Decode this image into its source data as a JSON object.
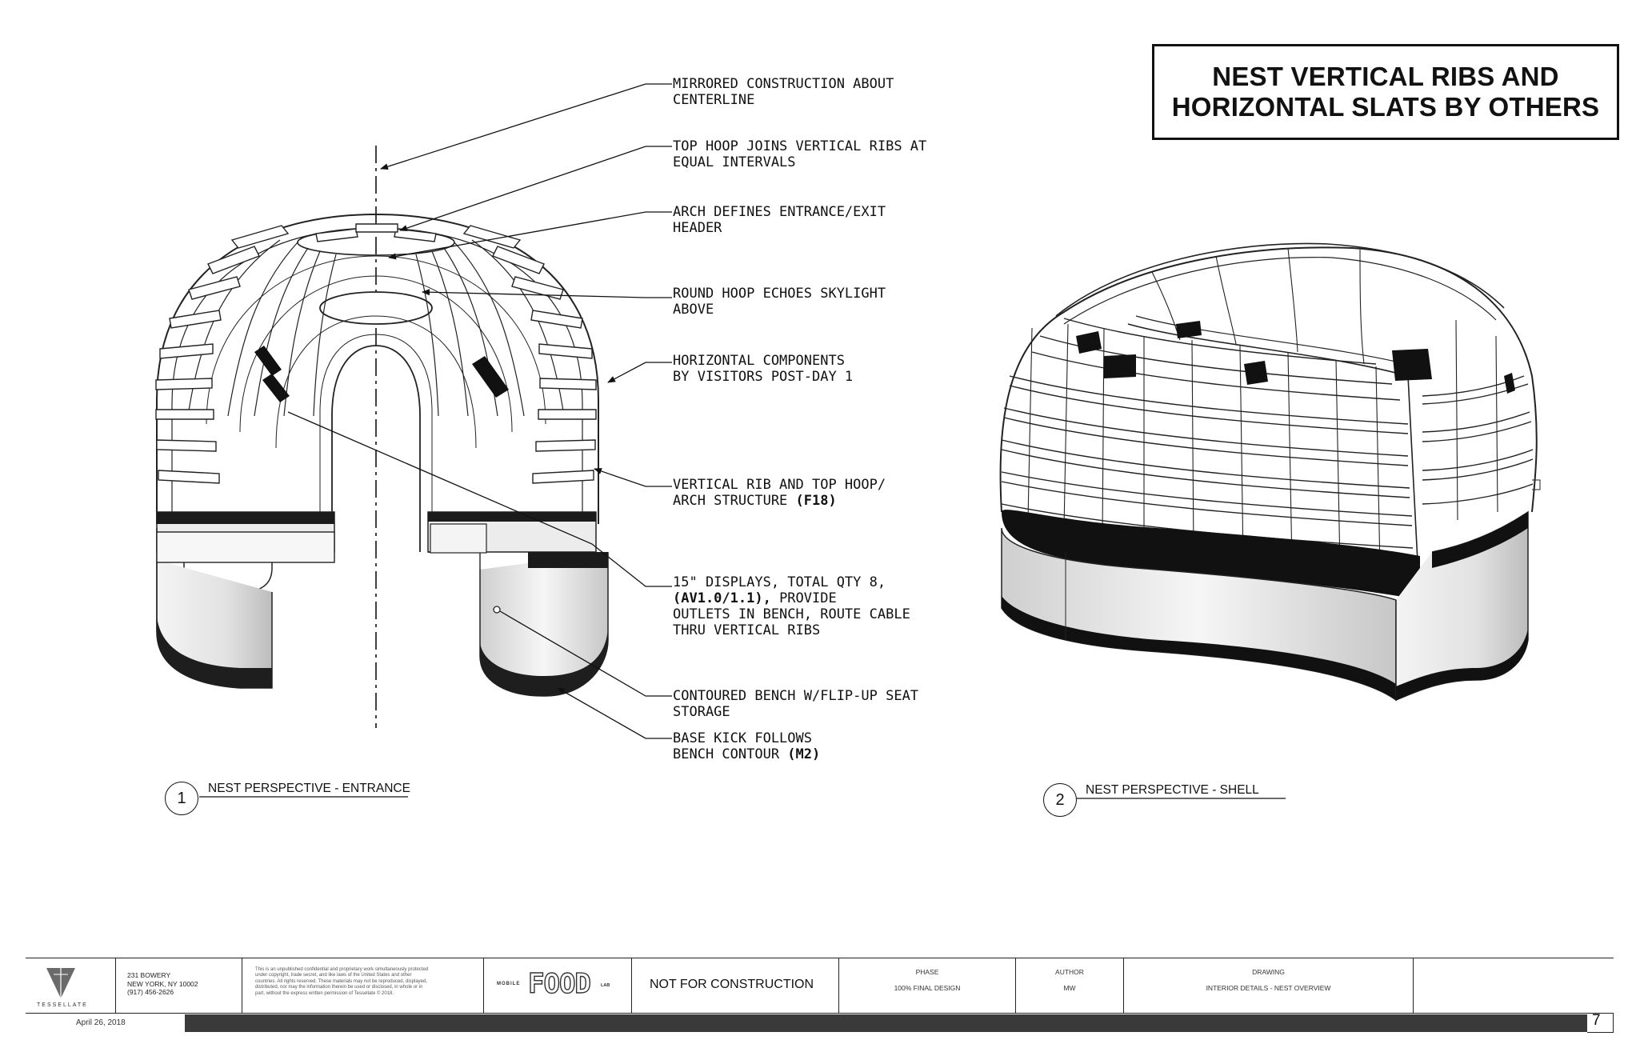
{
  "title": {
    "line1": "NEST VERTICAL RIBS AND",
    "line2": "HORIZONTAL SLATS BY OTHERS"
  },
  "notes": [
    {
      "lines": [
        "MIRRORED CONSTRUCTION ABOUT",
        "CENTERLINE"
      ],
      "bold": ""
    },
    {
      "lines": [
        "TOP HOOP JOINS VERTICAL RIBS AT",
        "EQUAL INTERVALS"
      ],
      "bold": ""
    },
    {
      "lines": [
        "ARCH DEFINES ENTRANCE/EXIT",
        "HEADER"
      ],
      "bold": ""
    },
    {
      "lines": [
        "ROUND HOOP ECHOES SKYLIGHT",
        "ABOVE"
      ],
      "bold": ""
    },
    {
      "lines": [
        "HORIZONTAL COMPONENTS",
        "BY VISITORS POST-DAY 1"
      ],
      "bold": ""
    },
    {
      "lines": [
        "VERTICAL RIB AND TOP HOOP/",
        "ARCH STRUCTURE "
      ],
      "bold": "(F18)"
    },
    {
      "lines": [
        "15\" DISPLAYS, TOTAL QTY 8,",
        "(AV1.0/1.1),",
        " PROVIDE",
        "OUTLETS IN BENCH, ROUTE CABLE",
        "THRU VERTICAL RIBS"
      ],
      "bold": "(AV1.0/1.1),"
    },
    {
      "lines": [
        "CONTOURED BENCH W/FLIP-UP SEAT",
        "STORAGE"
      ],
      "bold": ""
    },
    {
      "lines": [
        "BASE KICK FOLLOWS",
        "BENCH CONTOUR "
      ],
      "bold": "(M2)"
    }
  ],
  "views": [
    {
      "number": "1",
      "caption": "NEST PERSPECTIVE - ENTRANCE"
    },
    {
      "number": "2",
      "caption": "NEST PERSPECTIVE - SHELL"
    }
  ],
  "title_block": {
    "firm": "TESSELLATE",
    "address": [
      "231 BOWERY",
      "NEW YORK, NY 10002",
      "(917) 456-2626"
    ],
    "legal": [
      "This is an unpublished confidential and proprietary work simultaneously protected",
      "under copyright, trade secret, and like laws of the United States and other",
      "countries. All rights reserved. These materials may not be reproduced, displayed,",
      "distributed, nor may the information therein be used or disclosed, in whole or in",
      "part, without the express written permission of Tessellate © 2018."
    ],
    "logo": {
      "prefix": "MOBILE",
      "main": "FOOD",
      "suffix": "LAB"
    },
    "status": "NOT FOR CONSTRUCTION",
    "phase_label": "PHASE",
    "phase_value": "100% FINAL DESIGN",
    "author_label": "AUTHOR",
    "author_value": "MW",
    "drawing_label": "DRAWING",
    "drawing_value": "INTERIOR DETAILS - NEST OVERVIEW",
    "date": "April 26, 2018",
    "sheet_number": "7"
  }
}
